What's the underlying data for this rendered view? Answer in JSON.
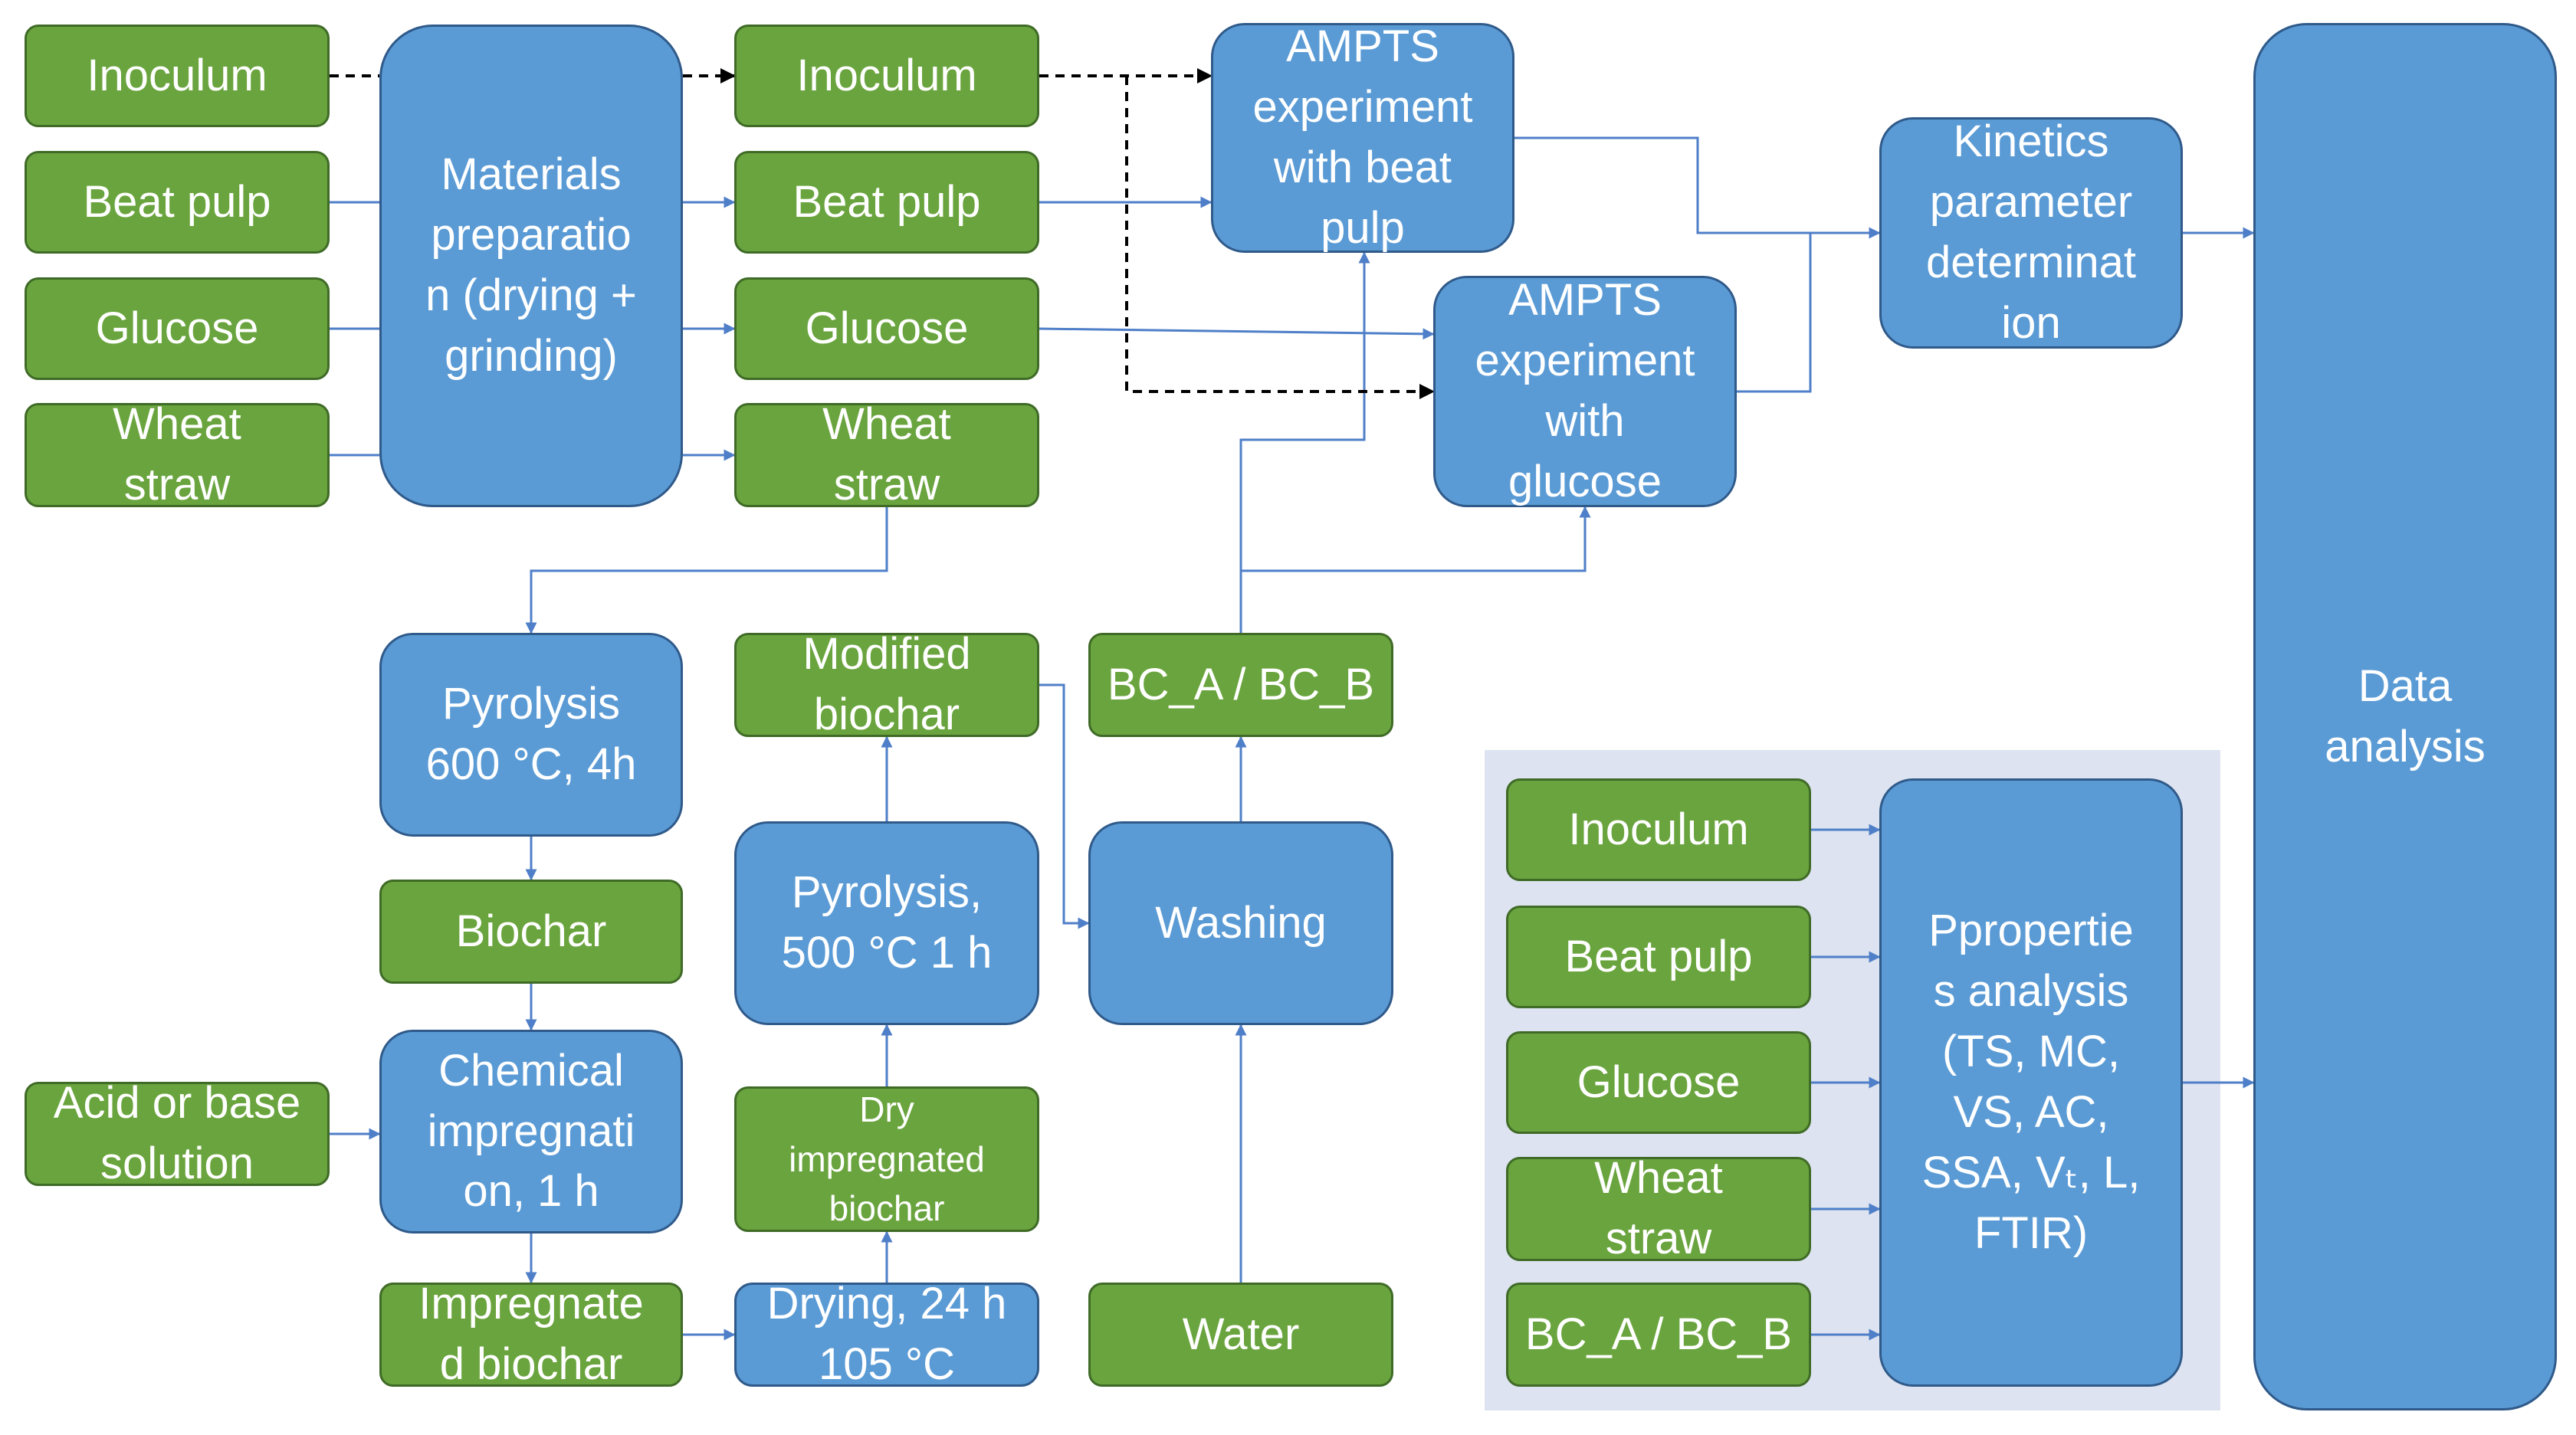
{
  "colors": {
    "input_fill": "#6aa43e",
    "process_fill": "#5b9bd5",
    "panel_fill": "#dde3f0",
    "line": "#4f7fc8",
    "dashed_line": "#000000"
  },
  "raw_inputs": {
    "inoculum": "Inoculum",
    "beat_pulp": "Beat pulp",
    "glucose": "Glucose",
    "wheat_straw": "Wheat\nstraw"
  },
  "materials_preparation": "Materials\npreparatio\nn (drying +\ngrinding)",
  "prepared_inputs": {
    "inoculum": "Inoculum",
    "beat_pulp": "Beat pulp",
    "glucose": "Glucose",
    "wheat_straw": "Wheat\nstraw"
  },
  "ampts_beat_pulp": "AMPTS\nexperiment\nwith beat\npulp",
  "ampts_glucose": "AMPTS\nexperiment\nwith\nglucose",
  "kinetics": "Kinetics\nparameter\ndeterminat\nion",
  "data_analysis": "Data\nanalysis",
  "biochar_route": {
    "pyrolysis_600": "Pyrolysis\n600 °C, 4h",
    "biochar": "Biochar",
    "acid_or_base": "Acid or base\nsolution",
    "chemical_impregnation": "Chemical\nimpregnati\non, 1 h",
    "impregnated_biochar": "Impregnate\nd biochar",
    "drying": "Drying, 24 h\n105 °C",
    "dry_impregnated_biochar": "Dry\nimpregnated\nbiochar",
    "pyrolysis_500": "Pyrolysis,\n500 °C 1 h",
    "modified_biochar": "Modified\nbiochar",
    "washing": "Washing",
    "water": "Water",
    "bc_ab": "BC_A / BC_B"
  },
  "properties_panel": {
    "inoculum": "Inoculum",
    "beat_pulp": "Beat pulp",
    "glucose": "Glucose",
    "wheat_straw": "Wheat\nstraw",
    "bc_ab": "BC_A / BC_B",
    "analysis": "Ppropertie\ns analysis\n(TS, MC,\nVS, AC,\nSSA, Vₜ, L,\nFTIR)"
  }
}
